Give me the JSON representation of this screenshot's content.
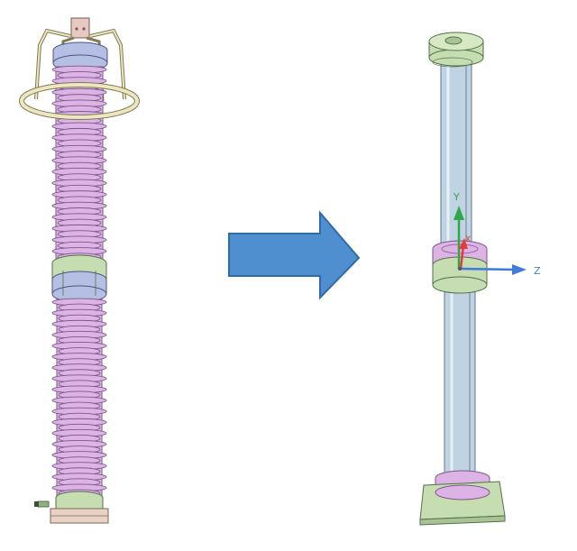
{
  "colors": {
    "insulator_shed": "#DDB3E6",
    "insulator_outline": "#7A5A86",
    "flange_green": "#C6DDB1",
    "flange_outline": "#53704A",
    "collar_blue": "#B5BEE3",
    "ring_cream": "#ECE7C2",
    "rod_blue": "#BFD3E3",
    "rod_outline": "#5F7688",
    "base_tan": "#E9D2C3",
    "arrow_fill": "#4F8FCF",
    "arrow_outline": "#2E6BA8",
    "axis_y": "#2FA84A",
    "axis_x": "#E53B3B",
    "axis_z": "#3E7BDB"
  },
  "diagram": {
    "left_model": "detailed-insulator-column",
    "right_model": "simplified-column",
    "transition": "right-arrow",
    "axes": {
      "y_label": "Y",
      "x_label": "X",
      "z_label": "Z"
    }
  }
}
